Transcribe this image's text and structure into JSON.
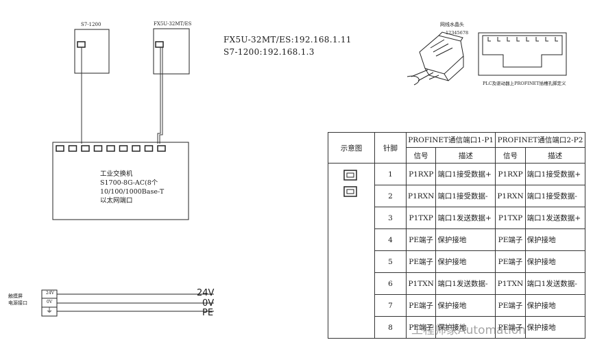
{
  "devices": {
    "s7_label": "S7-1200",
    "fx5u_label": "FX5U-32MT/ES"
  },
  "ip_list": [
    "FX5U-32MT/ES:192.168.1.11",
    "S7-1200:192.168.1.3"
  ],
  "switch": {
    "lines": [
      "工业交换机",
      "S1700-8G-AC(8个",
      "10/100/1000Base-T",
      "以太网端口"
    ],
    "port_count": 8
  },
  "rj45": {
    "plug_label": "网线水晶头",
    "pin_numbers": "12345678",
    "caption": "PLC及驱动器上PROFINET插槽孔脚定义"
  },
  "power": {
    "device_label_1": "触摸屏",
    "device_label_2": "电源接口",
    "terminals": [
      "24V",
      "0V",
      "⏚"
    ],
    "lines": [
      "24V",
      "0V",
      "PE"
    ]
  },
  "pin_table": {
    "col_diagram": "示意图",
    "col_pin": "针脚",
    "port1_title": "PROFINET通信端口1-P1",
    "port2_title": "PROFINET通信端口2-P2",
    "sub_signal": "信号",
    "sub_desc": "描述",
    "rows": [
      {
        "pin": "1",
        "p1_sig": "P1RXP",
        "p1_desc": "端口1接受数据+",
        "p2_sig": "P1RXP",
        "p2_desc": "端口1接受数据+"
      },
      {
        "pin": "2",
        "p1_sig": "P1RXN",
        "p1_desc": "端口1接受数据-",
        "p2_sig": "P1RXN",
        "p2_desc": "端口1接受数据-"
      },
      {
        "pin": "3",
        "p1_sig": "P1TXP",
        "p1_desc": "端口1发送数据+",
        "p2_sig": "P1TXP",
        "p2_desc": "端口1发送数据+"
      },
      {
        "pin": "4",
        "p1_sig": "PE端子",
        "p1_desc": "保护接地",
        "p2_sig": "PE端子",
        "p2_desc": "保护接地"
      },
      {
        "pin": "5",
        "p1_sig": "PE端子",
        "p1_desc": "保护接地",
        "p2_sig": "PE端子",
        "p2_desc": "保护接地"
      },
      {
        "pin": "6",
        "p1_sig": "P1TXN",
        "p1_desc": "端口1发送数据-",
        "p2_sig": "P1TXN",
        "p2_desc": "端口1发送数据-"
      },
      {
        "pin": "7",
        "p1_sig": "PE端子",
        "p1_desc": "保护接地",
        "p2_sig": "PE端子",
        "p2_desc": "保护接地"
      },
      {
        "pin": "8",
        "p1_sig": "PE端子",
        "p1_desc": "保护接地",
        "p2_sig": "PE端子",
        "p2_desc": "保护接地"
      }
    ]
  },
  "watermark": "工程师家Automation"
}
